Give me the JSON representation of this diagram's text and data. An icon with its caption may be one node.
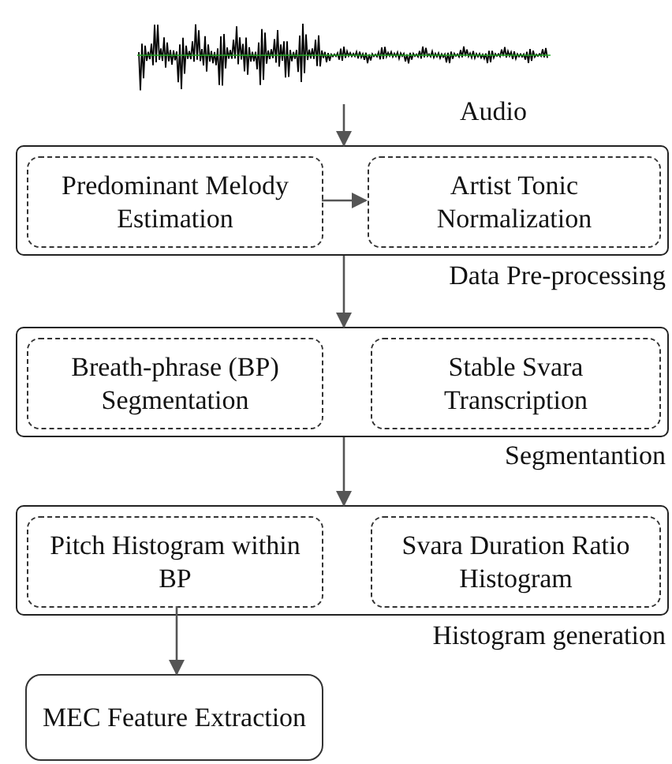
{
  "diagram": {
    "nodes": [
      {
        "text": [],
        "shape": "picture",
        "beside": [
          "Audio"
        ]
      },
      {
        "text": [],
        "shape": "box",
        "beside": [
          "Data Pre-processing"
        ]
      },
      {
        "text": [
          "Predominant Melody Estimation"
        ],
        "in": 1
      },
      {
        "text": [
          "Artist Tonic Normalization"
        ],
        "in": 1
      },
      {
        "text": [],
        "shape": "box",
        "beside": [
          "Segmentantion"
        ]
      },
      {
        "text": [
          "Breath-phrase (BP) Segmentation"
        ],
        "in": 4
      },
      {
        "text": [
          "Stable Svara Transcription"
        ],
        "in": 4
      },
      {
        "text": [],
        "shape": "box",
        "beside": [
          "Histogram generation"
        ]
      },
      {
        "text": [
          "Pitch Histogram within BP"
        ],
        "in": 7
      },
      {
        "text": [
          "Svara Duration Ratio Histogram"
        ],
        "in": 7
      },
      {
        "text": [
          "MEC Feature Extraction"
        ]
      }
    ],
    "edges": [
      {
        "from": 0,
        "to": 1,
        "arrow": "to"
      },
      {
        "from": 2,
        "to": 3,
        "arrow": "to"
      },
      {
        "from": 1,
        "to": 4,
        "arrow": "to"
      },
      {
        "from": 4,
        "to": 7,
        "arrow": "to"
      },
      {
        "from": 8,
        "to": 10,
        "arrow": "to"
      }
    ]
  }
}
